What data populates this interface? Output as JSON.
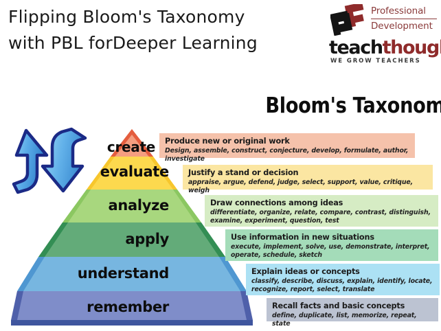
{
  "header": {
    "title_line1": "Flipping Bloom's Taxonomy",
    "title_line2": "with PBL forDeeper Learning"
  },
  "logo": {
    "mark_name": "teachthought-logo-mark",
    "professional": "Professional",
    "development": "Development",
    "word_part1": "teach",
    "word_part2": "thought",
    "tagline": "WE GROW TEACHERS",
    "maroon": "#8f2b2b",
    "black": "#141414"
  },
  "diagram": {
    "heading": "Bloom's Taxonomy",
    "arrows": {
      "up_name": "arrow-up-icon",
      "down_name": "arrow-down-icon",
      "outline_color": "#1b2a86",
      "fill_color": "#5aabe8"
    },
    "base_color": "#3f559e",
    "levels": [
      {
        "label": "create",
        "band_color": "#f08a6b",
        "box_color": "#f5c2ab",
        "title": "Produce new or original work",
        "verbs": "Design, assemble, construct, conjecture, develop, formulate, author, investigate"
      },
      {
        "label": "evaluate",
        "band_color": "#fcd94e",
        "box_color": "#fbe6a2",
        "title": "Justify a stand or decision",
        "verbs": "appraise, argue, defend, judge, select, support, value, critique, weigh"
      },
      {
        "label": "analyze",
        "band_color": "#a8d77e",
        "box_color": "#d6ecc4",
        "title": "Draw connections among ideas",
        "verbs": "differentiate, organize, relate, compare, contrast, distinguish, examine, experiment, question, test"
      },
      {
        "label": "apply",
        "band_color": "#63ab79",
        "box_color": "#a4dcb9",
        "title": "Use information in new situations",
        "verbs": "execute, implement, solve, use, demonstrate, interpret, operate, schedule, sketch"
      },
      {
        "label": "understand",
        "band_color": "#77b6e0",
        "box_color": "#ace1f4",
        "title": "Explain ideas or concepts",
        "verbs": "classify, describe, discuss, explain, identify, locate, recognize, report, select, translate"
      },
      {
        "label": "remember",
        "band_color": "#7f8dc9",
        "box_color": "#bcc3d2",
        "title": "Recall facts and basic concepts",
        "verbs": "define, duplicate, list, memorize, repeat, state"
      }
    ]
  }
}
